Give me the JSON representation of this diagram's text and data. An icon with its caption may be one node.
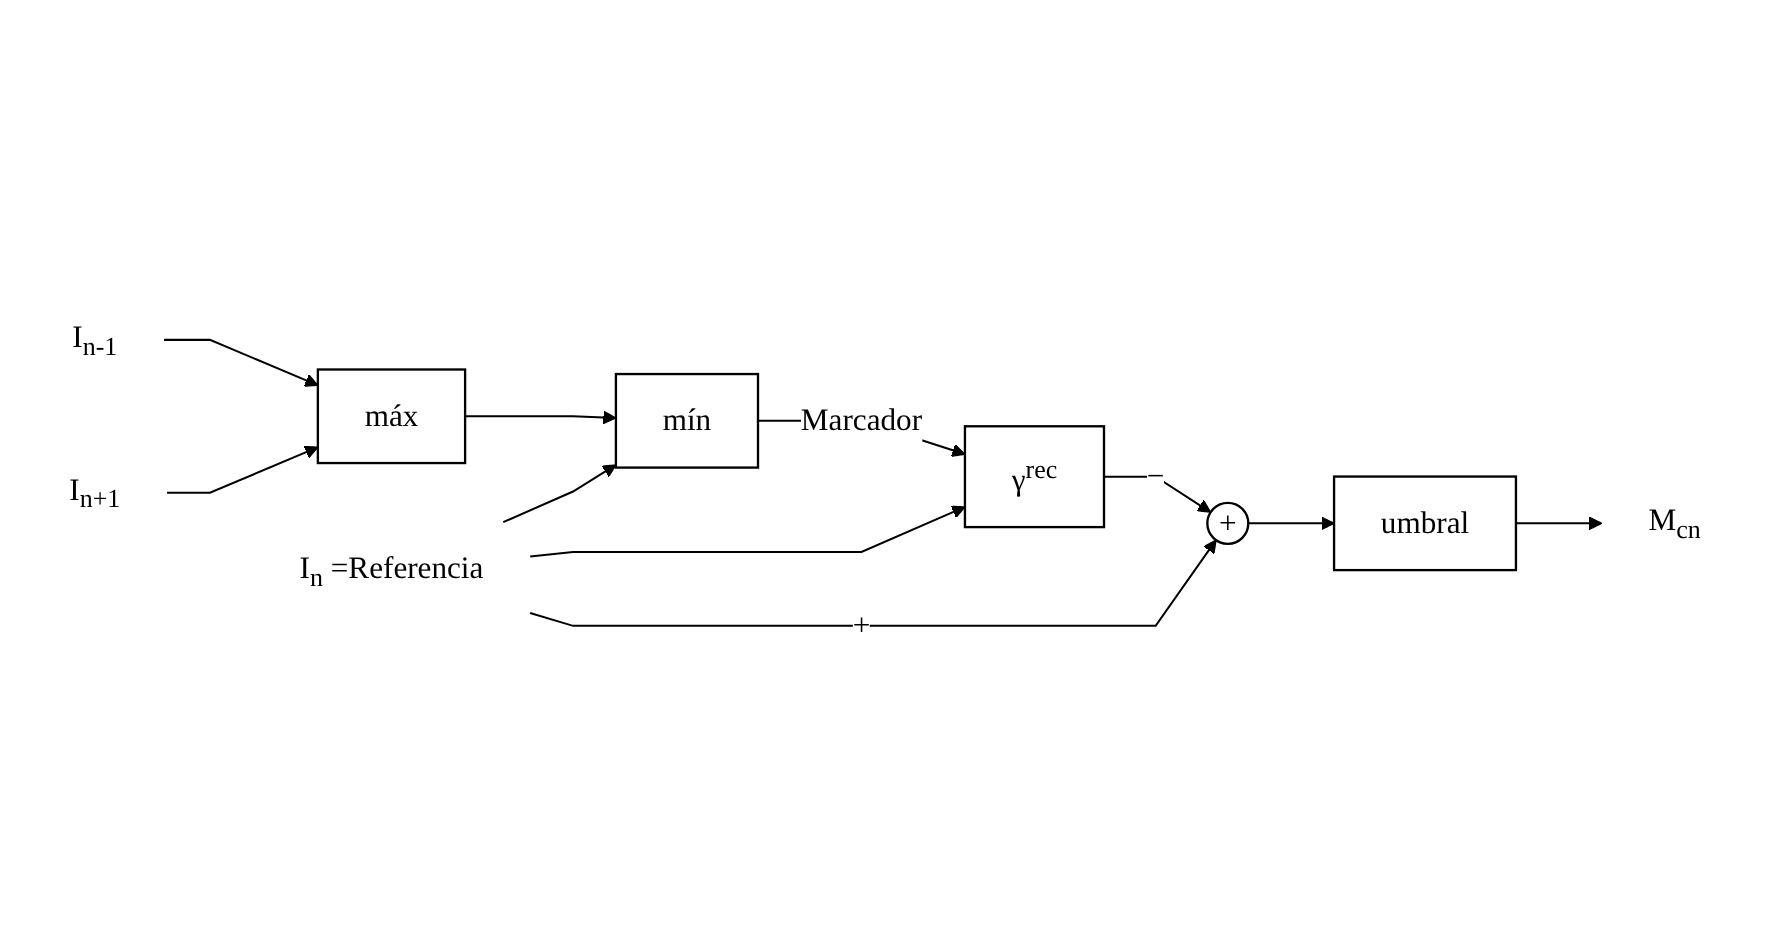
{
  "diagram": {
    "nodes": [
      {
        "text": [
          "I$_{n-1}$"
        ]
      },
      {
        "text": [
          "I$_{n+1}$"
        ]
      },
      {
        "text": [
          "máx"
        ]
      },
      {
        "text": [
          "mín"
        ]
      },
      {
        "text": [
          "I$_{n}$ =Referencia"
        ]
      },
      {
        "text": [
          "γ$^{rec}$"
        ]
      },
      {
        "text": [
          "+"
        ]
      },
      {
        "text": [
          "umbral"
        ]
      },
      {
        "text": [
          "M$_{cn}$"
        ]
      }
    ],
    "edges": [
      {
        "from": 0,
        "to": 2,
        "arrow": "to"
      },
      {
        "from": 1,
        "to": 2,
        "arrow": "to"
      },
      {
        "from": 2,
        "to": 3,
        "arrow": "to"
      },
      {
        "from": 4,
        "to": 3,
        "arrow": "to"
      },
      {
        "from": 3,
        "to": 5,
        "arrow": "to",
        "label": "Marcador"
      },
      {
        "from": 4,
        "to": 5,
        "arrow": "to"
      },
      {
        "from": 5,
        "to": 6,
        "arrow": "to",
        "label": "−"
      },
      {
        "from": 4,
        "to": 6,
        "arrow": "to",
        "label": "+"
      },
      {
        "from": 6,
        "to": 7,
        "arrow": "to"
      },
      {
        "from": 7,
        "to": 8,
        "arrow": "to"
      }
    ]
  }
}
